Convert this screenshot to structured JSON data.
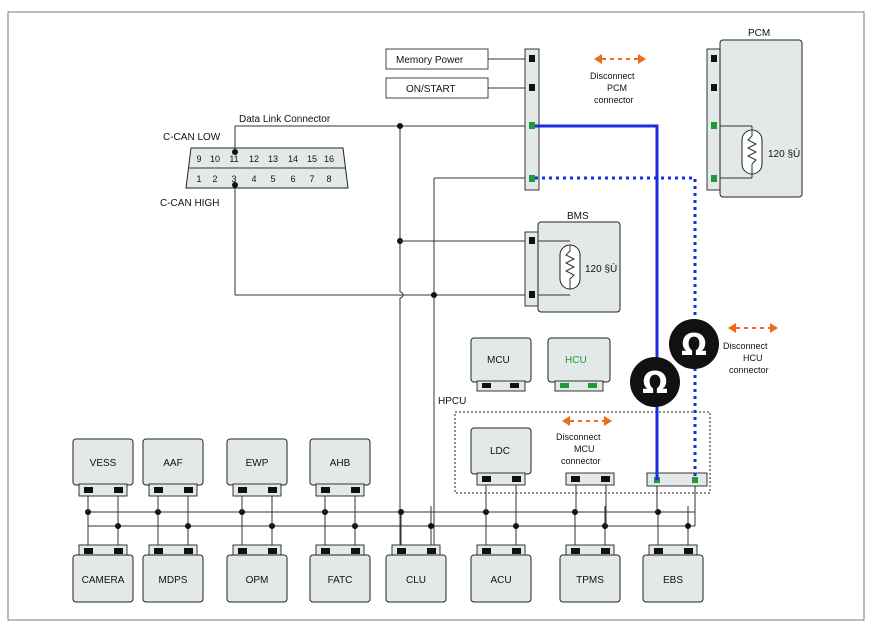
{
  "top_labels": {
    "memory_power": "Memory Power",
    "on_start": "ON/START",
    "data_link_connector": "Data Link Connector",
    "c_can_low": "C-CAN LOW",
    "c_can_high": "C-CAN HIGH"
  },
  "dlc_pins_top": [
    "9",
    "10",
    "11",
    "12",
    "13",
    "14",
    "15",
    "16"
  ],
  "dlc_pins_bottom": [
    "1",
    "2",
    "3",
    "4",
    "5",
    "6",
    "7",
    "8"
  ],
  "modules": {
    "pcm": "PCM",
    "bms": "BMS",
    "mcu": "MCU",
    "hcu": "HCU",
    "ldc": "LDC",
    "hpcu": "HPCU"
  },
  "resistor_label": "120 §Ù",
  "disconnect_notes": {
    "pcm": [
      "Disconnect",
      "PCM",
      "connector"
    ],
    "hcu": [
      "Disconnect",
      "HCU",
      "connector"
    ],
    "mcu": [
      "Disconnect",
      "MCU",
      "connector"
    ]
  },
  "ohm_symbol": "Ω",
  "top_row_modules": [
    "VESS",
    "AAF",
    "EWP",
    "AHB"
  ],
  "bottom_row_modules": [
    "CAMERA",
    "MDPS",
    "OPM",
    "FATC",
    "CLU",
    "ACU",
    "TPMS",
    "EBS"
  ],
  "colors": {
    "can_bus": "#1a2ee0",
    "arrow": "#f06a1c",
    "connector_pin_green": "#1e9a3a",
    "module_fill": "#e3e9e9"
  }
}
